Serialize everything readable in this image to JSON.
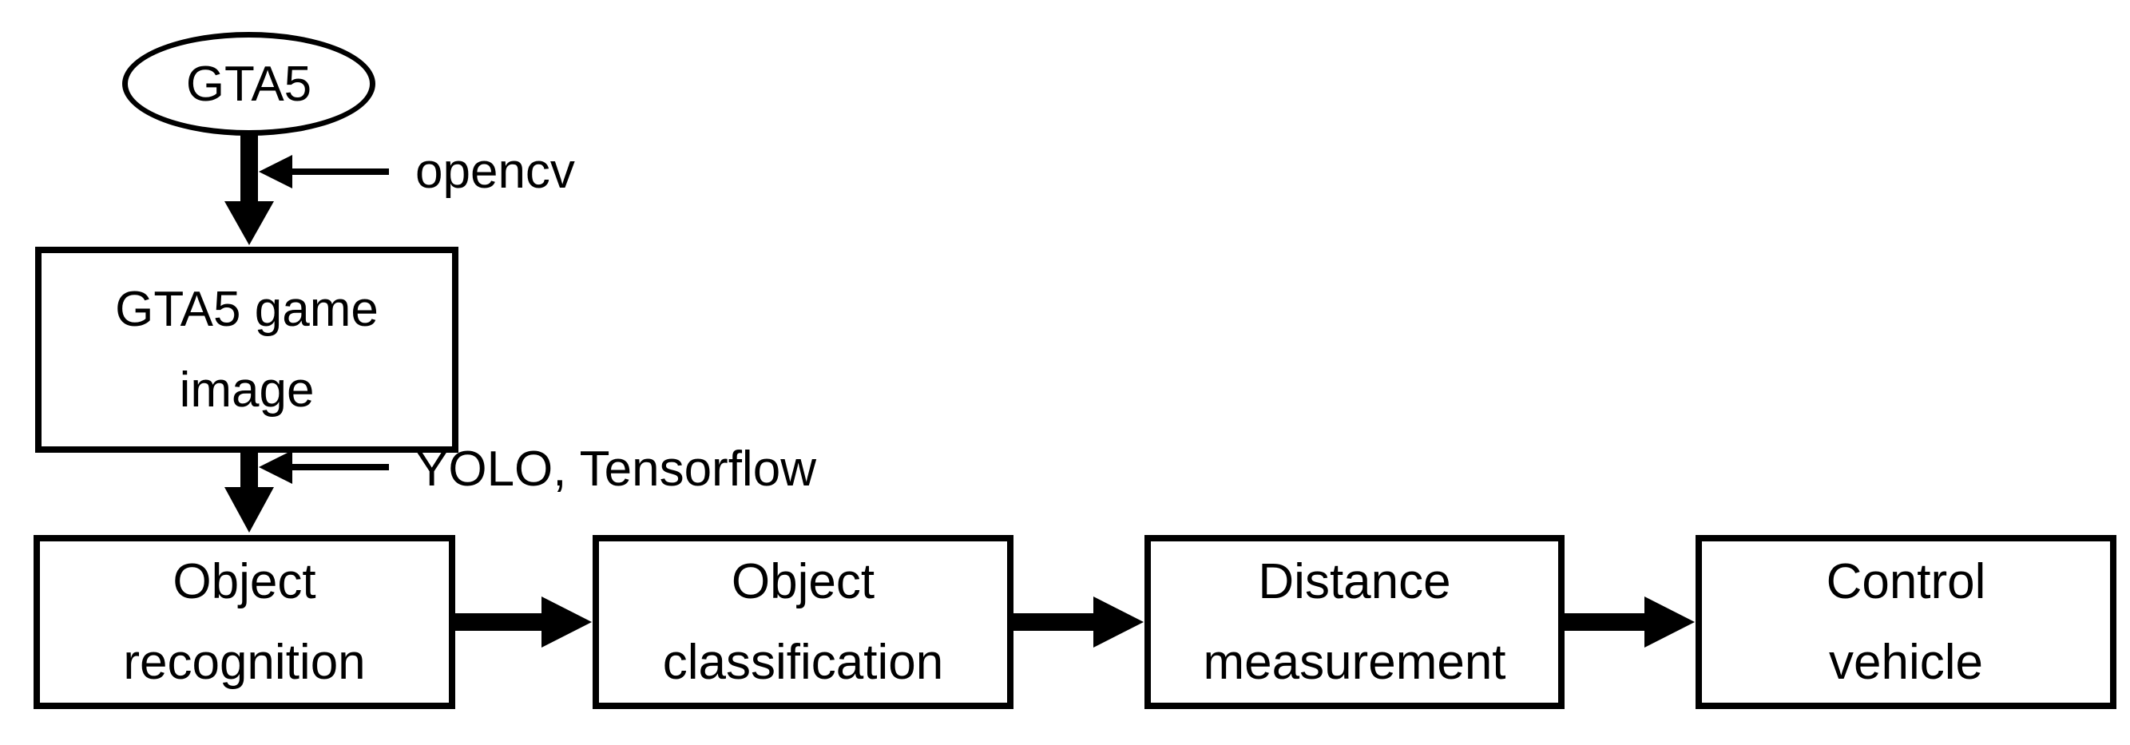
{
  "page": {
    "background_color": "#ffffff"
  },
  "diagram": {
    "stroke_color": "#000000",
    "text_color": "#000000",
    "source": {
      "label": "GTA5"
    },
    "step1": {
      "line1": "GTA5 game",
      "line2": "image"
    },
    "step2": {
      "line1": "Object",
      "line2": "recognition"
    },
    "step3": {
      "line1": "Object",
      "line2": "classification"
    },
    "step4": {
      "line1": "Distance",
      "line2": "measurement"
    },
    "step5": {
      "line1": "Control",
      "line2": "vehicle"
    },
    "annotations": {
      "opencv": "opencv",
      "yolo": "YOLO, Tensorflow"
    }
  }
}
